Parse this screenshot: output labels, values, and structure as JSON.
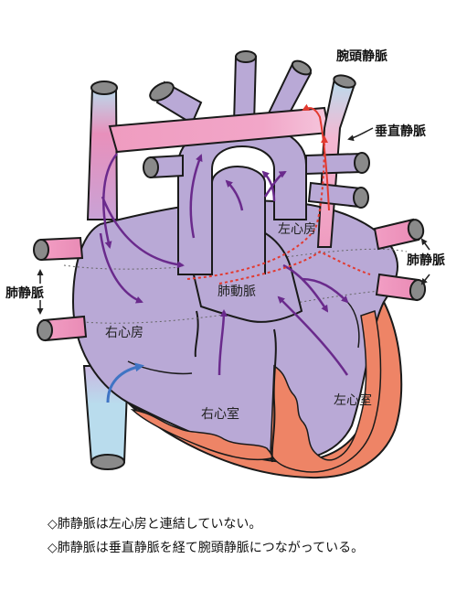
{
  "labels": {
    "brachiocephalic_vein": "腕頭静脈",
    "vertical_vein": "垂直静脈",
    "pulmonary_veins_right": "肺静脈",
    "pulmonary_veins_left": "肺静脈",
    "left_atrium": "左心房",
    "right_atrium": "右心房",
    "pulmonary_artery": "肺動脈",
    "right_ventricle": "右心室",
    "left_ventricle": "左心室"
  },
  "captions": [
    "◇肺静脈は左心房と連結していない。",
    "◇肺静脈は垂直静脈を経て腕頭静脈につながっている。"
  ],
  "colors": {
    "heart": "#b9a9d6",
    "outline": "#1a1a1a",
    "vessel_pink": "#ef9cc0",
    "vessel_blue": "#b9dced",
    "muscle": "#ee8466",
    "flow_arrow": "#6a2a8c",
    "flow_red": "#e23a30",
    "flow_blue": "#3f74c4",
    "vessel_cap": "#8a8a8a"
  }
}
